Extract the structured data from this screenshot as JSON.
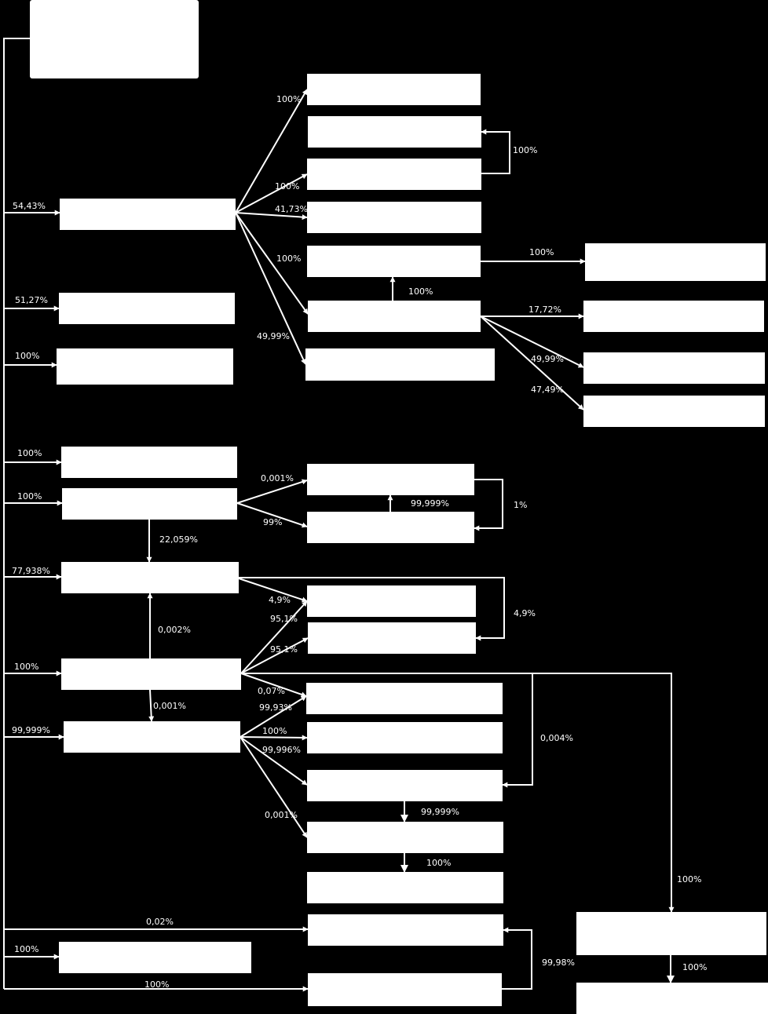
{
  "diagram": {
    "type": "ownership-structure",
    "colors": {
      "background": "#000000",
      "boxes": "#ffffff",
      "lines": "#ffffff",
      "text": "#ffffff"
    },
    "root": {
      "id": "root",
      "label": ""
    },
    "entities": [
      {
        "id": "e1",
        "label": ""
      },
      {
        "id": "e2",
        "label": ""
      },
      {
        "id": "e3",
        "label": ""
      },
      {
        "id": "e4",
        "label": ""
      },
      {
        "id": "e5",
        "label": ""
      },
      {
        "id": "e6",
        "label": ""
      },
      {
        "id": "e7",
        "label": ""
      },
      {
        "id": "e8",
        "label": ""
      },
      {
        "id": "e9",
        "label": ""
      },
      {
        "id": "e10",
        "label": ""
      },
      {
        "id": "e11",
        "label": ""
      },
      {
        "id": "e12",
        "label": ""
      },
      {
        "id": "e13",
        "label": ""
      },
      {
        "id": "e14",
        "label": ""
      },
      {
        "id": "e15",
        "label": ""
      },
      {
        "id": "e16",
        "label": ""
      },
      {
        "id": "e17",
        "label": ""
      },
      {
        "id": "e18",
        "label": ""
      },
      {
        "id": "e19",
        "label": ""
      },
      {
        "id": "e20",
        "label": ""
      },
      {
        "id": "e21",
        "label": ""
      },
      {
        "id": "e22",
        "label": ""
      },
      {
        "id": "e23",
        "label": ""
      },
      {
        "id": "e24",
        "label": ""
      },
      {
        "id": "e25",
        "label": ""
      },
      {
        "id": "e26",
        "label": ""
      },
      {
        "id": "e27",
        "label": ""
      },
      {
        "id": "e28",
        "label": ""
      },
      {
        "id": "e29",
        "label": ""
      },
      {
        "id": "e30",
        "label": ""
      },
      {
        "id": "e31",
        "label": ""
      },
      {
        "id": "e32",
        "label": ""
      },
      {
        "id": "e33",
        "label": ""
      }
    ],
    "ownership": [
      {
        "from": "root",
        "to": "e1",
        "pct": "54,43%"
      },
      {
        "from": "root",
        "to": "e2",
        "pct": "51,27%"
      },
      {
        "from": "root",
        "to": "e3",
        "pct": "100%"
      },
      {
        "from": "root",
        "to": "e4",
        "pct": "100%"
      },
      {
        "from": "root",
        "to": "e5",
        "pct": "100%"
      },
      {
        "from": "root",
        "to": "e6",
        "pct": "77,938%"
      },
      {
        "from": "root",
        "to": "e7",
        "pct": "100%"
      },
      {
        "from": "root",
        "to": "e8",
        "pct": "99,999%"
      },
      {
        "from": "root",
        "to": "e9",
        "pct": "100%"
      },
      {
        "from": "root",
        "to": "e30",
        "pct": "0,02%"
      },
      {
        "from": "root",
        "to": "e31",
        "pct": "100%"
      },
      {
        "from": "e1",
        "to": "e10",
        "pct": "100%"
      },
      {
        "from": "e1",
        "to": "e12",
        "pct": "100%"
      },
      {
        "from": "e12",
        "to": "e11",
        "pct": "100%"
      },
      {
        "from": "e1",
        "to": "e13",
        "pct": "41,73%"
      },
      {
        "from": "e1",
        "to": "e15",
        "pct": "100%"
      },
      {
        "from": "e15",
        "to": "e14",
        "pct": "100%"
      },
      {
        "from": "e1",
        "to": "e16",
        "pct": "49,99%"
      },
      {
        "from": "e14",
        "to": "e17",
        "pct": "100%"
      },
      {
        "from": "e15",
        "to": "e18",
        "pct": "17,72%"
      },
      {
        "from": "e15",
        "to": "e19",
        "pct": "49,99%"
      },
      {
        "from": "e15",
        "to": "e20",
        "pct": "47,49%"
      },
      {
        "from": "e5",
        "to": "e21",
        "pct": "0,001%"
      },
      {
        "from": "e5",
        "to": "e22",
        "pct": "99%"
      },
      {
        "from": "e22",
        "to": "e21",
        "pct": "99,999%"
      },
      {
        "from": "e21",
        "to": "e22",
        "pct": "1%"
      },
      {
        "from": "e5",
        "to": "e6",
        "pct": "22,059%"
      },
      {
        "from": "e6",
        "to": "e23",
        "pct": "4,9%"
      },
      {
        "from": "e6",
        "to": "e24",
        "pct": "4,9%"
      },
      {
        "from": "e7",
        "to": "e23",
        "pct": "95,1%"
      },
      {
        "from": "e7",
        "to": "e24",
        "pct": "95,1%"
      },
      {
        "from": "e7",
        "to": "e6",
        "pct": "0,002%"
      },
      {
        "from": "e7",
        "to": "e8",
        "pct": "0,001%"
      },
      {
        "from": "e7",
        "to": "e25",
        "pct": "0,07%"
      },
      {
        "from": "e8",
        "to": "e25",
        "pct": "99,93%"
      },
      {
        "from": "e8",
        "to": "e26",
        "pct": "100%"
      },
      {
        "from": "e8",
        "to": "e27",
        "pct": "99,996%"
      },
      {
        "from": "e7",
        "to": "e27",
        "pct": "0,004%"
      },
      {
        "from": "e8",
        "to": "e28",
        "pct": "0,001%"
      },
      {
        "from": "e27",
        "to": "e28",
        "pct": "99,999%"
      },
      {
        "from": "e28",
        "to": "e29",
        "pct": "100%"
      },
      {
        "from": "e7",
        "to": "e32",
        "pct": "100%"
      },
      {
        "from": "e32",
        "to": "e33",
        "pct": "100%"
      },
      {
        "from": "e31",
        "to": "e30",
        "pct": "99,98%"
      }
    ]
  }
}
